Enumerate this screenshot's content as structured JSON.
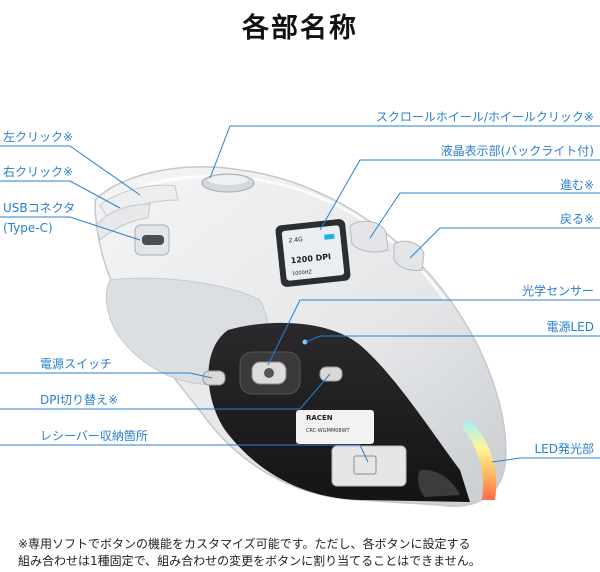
{
  "title": "各部名称",
  "labels": {
    "left_click": "左クリック※",
    "right_click": "右クリック※",
    "usb_connector": "USBコネクタ",
    "usb_type": "(Type-C)",
    "scroll_wheel": "スクロールホイール/ホイールクリック※",
    "lcd": "液晶表示部(バックライト付)",
    "forward": "進む※",
    "back": "戻る※",
    "optical_sensor": "光学センサー",
    "power_led": "電源LED",
    "power_switch": "電源スイッチ",
    "dpi_switch": "DPI切り替え※",
    "receiver_storage": "レシーバー収納箇所",
    "led_light": "LED発光部"
  },
  "lcd_screen": {
    "mode": "2.4G",
    "dpi": "1200 DPI",
    "rate": "1000HZ"
  },
  "product_label": {
    "brand": "RACEN",
    "model": "CRC-WGMM08WT"
  },
  "footnote": {
    "line1": "※専用ソフトでボタンの機能をカスタマイズ可能です。ただし、各ボタンに設定する",
    "line2": "組み合わせは1種固定で、組み合わせの変更をボタンに割り当てることはできません。"
  },
  "colors": {
    "accent": "#2a7fd0",
    "text": "#111111"
  }
}
